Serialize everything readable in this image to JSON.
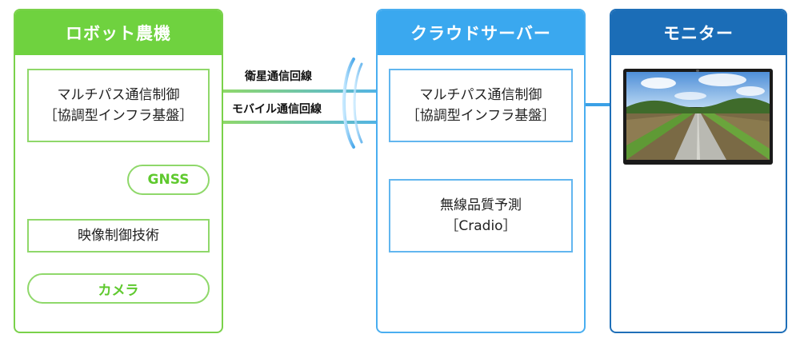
{
  "panels": {
    "robot": {
      "title": "ロボット農機"
    },
    "cloud": {
      "title": "クラウドサーバー"
    },
    "monitor": {
      "title": "モニター"
    }
  },
  "robot_boxes": {
    "multipath": {
      "line1": "マルチパス通信制御",
      "line2": "［協調型インフラ基盤］"
    },
    "gnss": "GNSS",
    "video": "映像制御技術",
    "camera": "カメラ"
  },
  "cloud_boxes": {
    "multipath": {
      "line1": "マルチパス通信制御",
      "line2": "［協調型インフラ基盤］"
    },
    "quality": {
      "line1": "無線品質予測",
      "line2": "［Cradio］"
    }
  },
  "links": {
    "satellite": "衛星通信回線",
    "mobile": "モバイル通信回線"
  },
  "colors": {
    "robot_green": "#6fd23f",
    "cloud_blue": "#3aa8ef",
    "monitor_blue": "#1b6db7"
  }
}
